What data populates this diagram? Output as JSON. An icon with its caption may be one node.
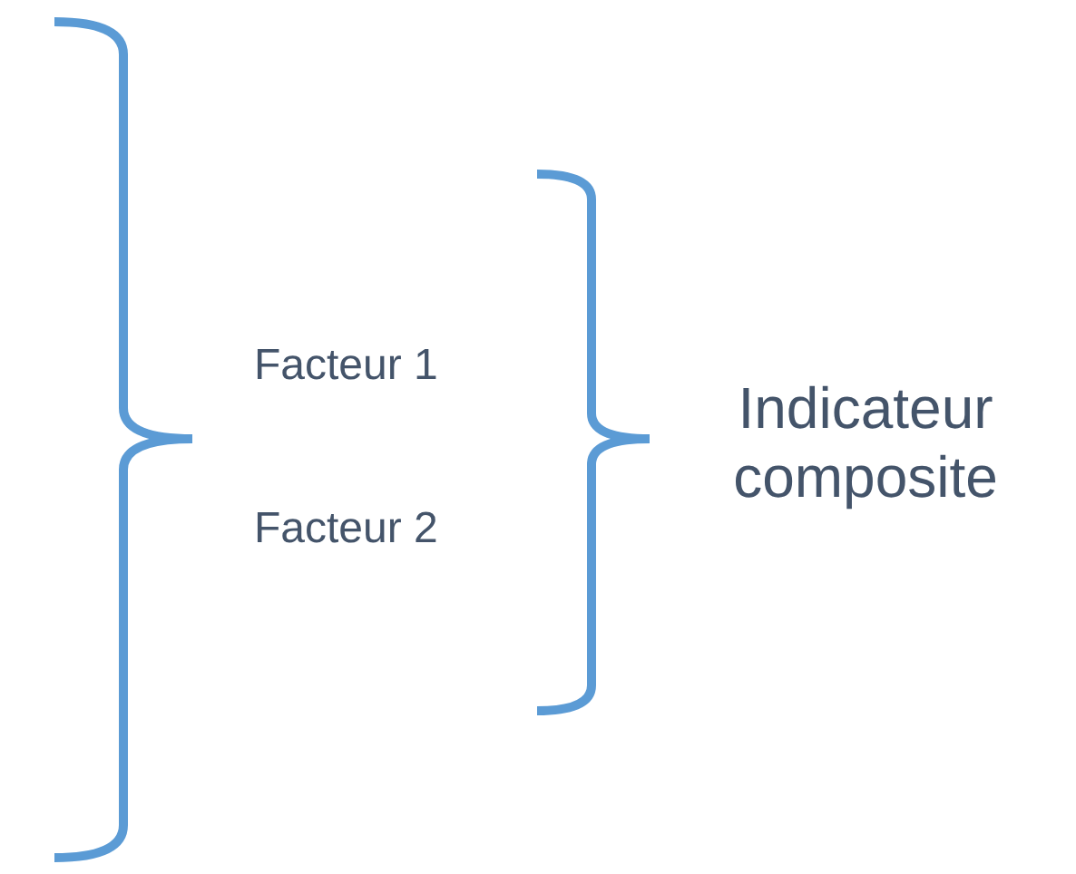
{
  "diagram": {
    "labels": [
      "Facteur 1",
      "Facteur 2",
      "Indicateur composite"
    ]
  }
}
